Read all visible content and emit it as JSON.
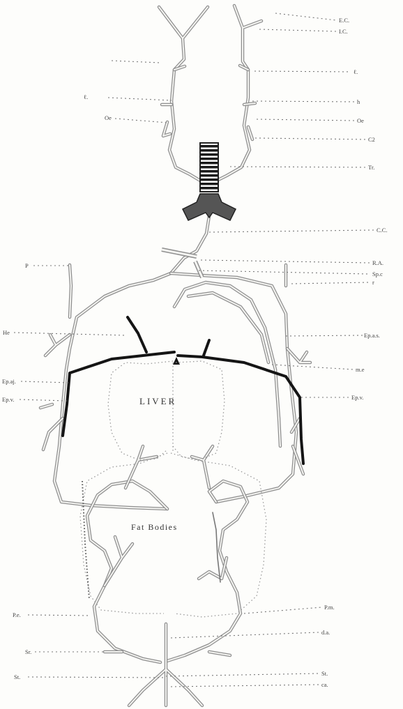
{
  "organs": {
    "liver": "LIVER",
    "fat_bodies": "Fat Bodies"
  },
  "labels": {
    "ec": "E.C.",
    "ic": "I.C.",
    "l_right": "ℓ.",
    "h_right": "h",
    "oe_right": "Oe",
    "c2": "C2",
    "tr": "Tr.",
    "cc": "C.C.",
    "ra": "R.A.",
    "spc": "Sp.c",
    "r_right": "r",
    "epas": "Ep.a.s.",
    "me": "m.e",
    "epv_right": "Ep.v.",
    "pm": "P.m.",
    "da": "d.a.",
    "st_right": "St.",
    "ca": "ca.",
    "l_left_top": "ℓ.",
    "oe_left": "Oe",
    "p_left": "P",
    "he": "He",
    "epaj": "Ep.aj.",
    "epv_left": "Ep.v.",
    "pe": "P.e.",
    "s_left": "Sr.",
    "st_left": "St."
  }
}
